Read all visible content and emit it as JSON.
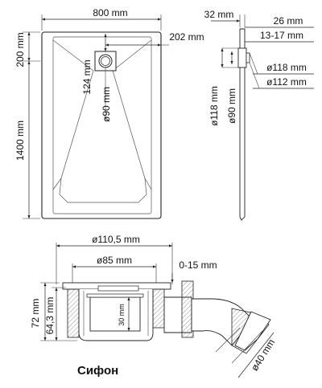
{
  "plan_view": {
    "width": "800 mm",
    "depth": "1400 mm",
    "drain_offset_y": "200 mm",
    "drain_offset_x": "202 mm",
    "drain_to_inner": "124 mm",
    "drain_diameter": "ø90 mm"
  },
  "section_view": {
    "profile_thickness": "32 mm",
    "rim_thickness": "26 mm",
    "drain_depth_range": "13-17 mm",
    "outer_diameter": "ø118 mm",
    "inner_diameter": "ø112 mm",
    "vertical_outer": "ø118 mm",
    "vertical_inner": "ø90 mm"
  },
  "siphon": {
    "title": "Сифон",
    "flange_diameter": "ø110,5 mm",
    "body_diameter": "ø85 mm",
    "adjust_range": "0-15 mm",
    "height_total": "72 mm",
    "height_inner": "64,3 mm",
    "water_seal": "30 mm",
    "outlet_diameter": "ø40 mm"
  }
}
